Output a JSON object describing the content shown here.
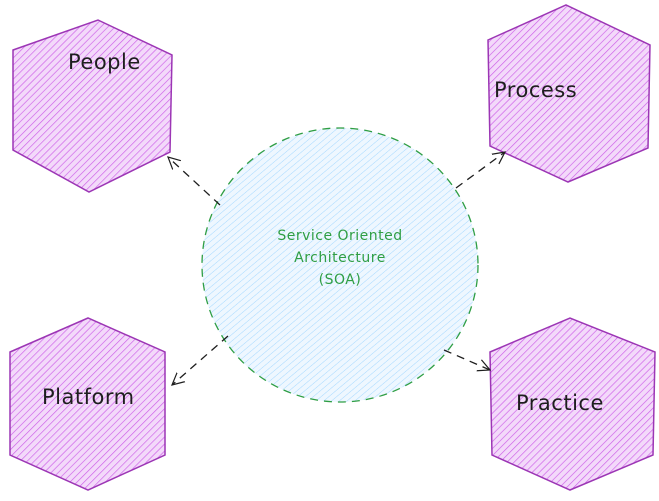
{
  "colors": {
    "hex_fill": "#e599f7",
    "hex_stroke": "#9c36b5",
    "circle_fill": "#a5d8ff",
    "circle_stroke": "#2f9e44",
    "center_text": "#2f9e44",
    "arrow": "#1e1e1e"
  },
  "center": {
    "lines": [
      "Service Oriented",
      "Architecture",
      "(SOA)"
    ]
  },
  "nodes": [
    {
      "label": "People"
    },
    {
      "label": "Process"
    },
    {
      "label": "Platform"
    },
    {
      "label": "Practice"
    }
  ]
}
